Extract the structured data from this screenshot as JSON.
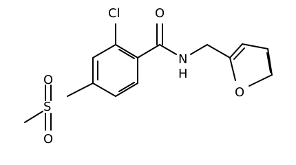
{
  "molecule": {
    "atoms": {
      "cl": "Cl",
      "o_carbonyl": "O",
      "nh": "N",
      "h": "H",
      "o_furan": "O",
      "s": "S",
      "o_sulfonyl_top": "O",
      "o_sulfonyl_bottom": "O"
    }
  }
}
